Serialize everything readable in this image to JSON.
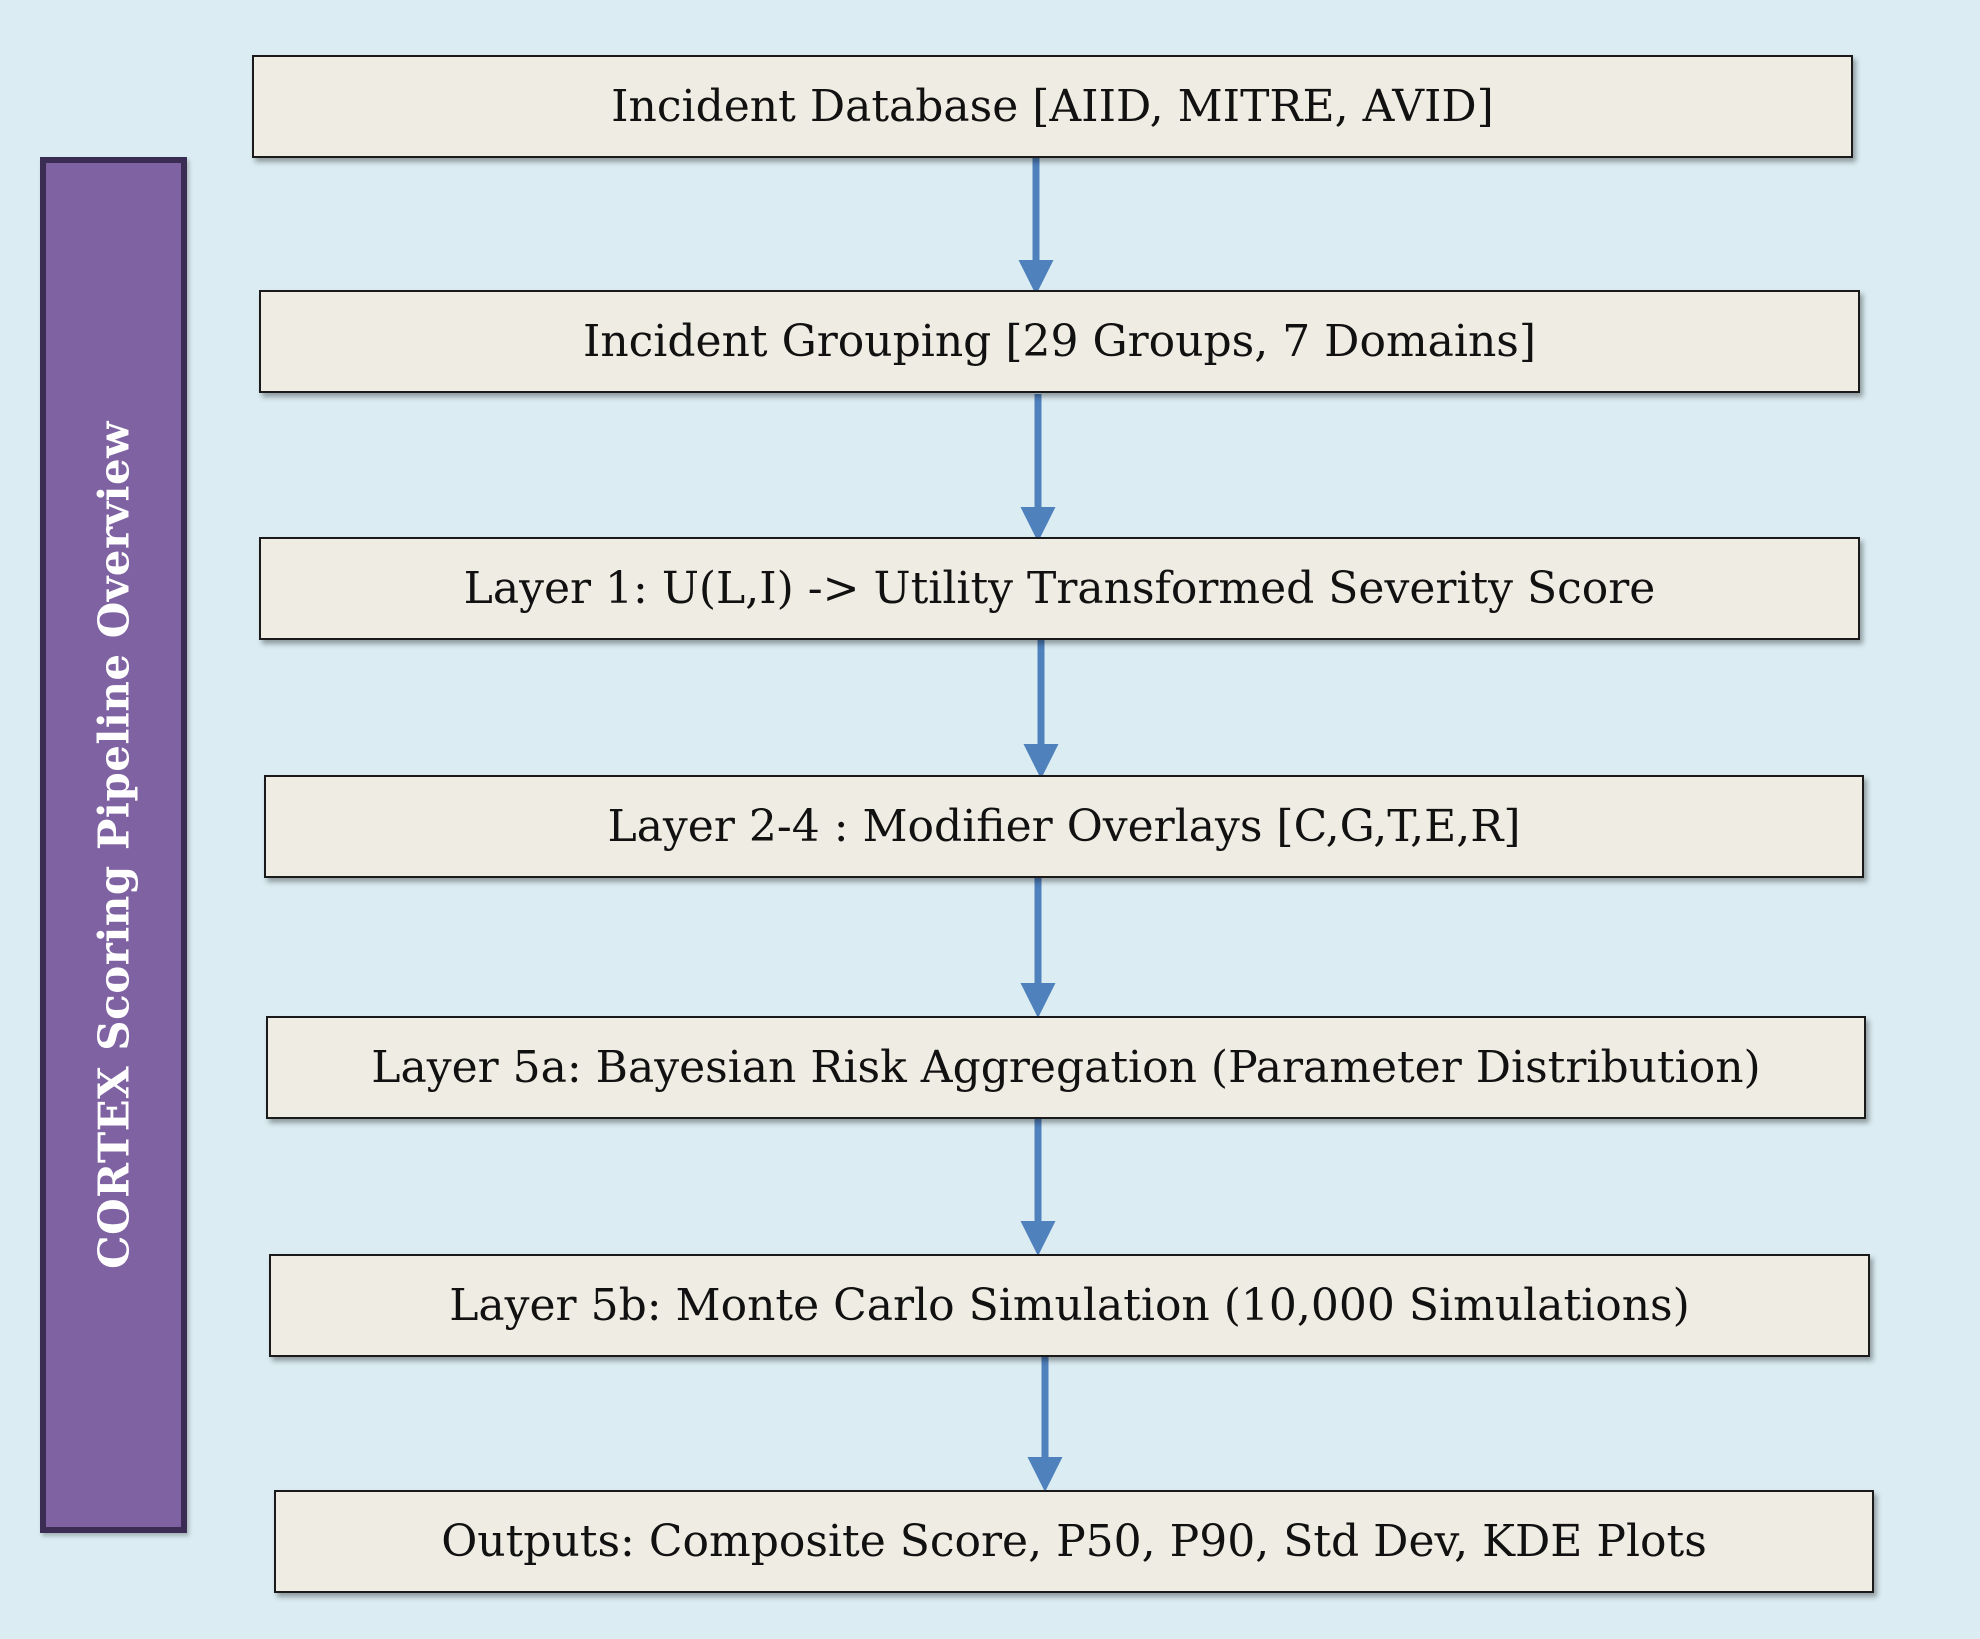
{
  "diagram": {
    "sidebar_title": "CORTEX Scoring Pipeline Overview",
    "stages": [
      {
        "label": "Incident Database [AIID, MITRE, AVID]"
      },
      {
        "label": "Incident Grouping [29 Groups, 7 Domains]"
      },
      {
        "label": "Layer 1: U(L,I) -> Utility Transformed Severity Score"
      },
      {
        "label": "Layer 2-4 : Modifier Overlays [C,G,T,E,R]"
      },
      {
        "label": "Layer 5a: Bayesian Risk Aggregation (Parameter Distribution)"
      },
      {
        "label": "Layer 5b: Monte Carlo Simulation (10,000 Simulations)"
      },
      {
        "label": "Outputs: Composite Score, P50, P90, Std Dev, KDE Plots"
      }
    ]
  },
  "colors": {
    "background": "#dbedf3",
    "sidebar_fill": "#7f62a2",
    "sidebar_border": "#3a2c52",
    "box_fill": "#efede3",
    "arrow": "#4f81bd"
  }
}
